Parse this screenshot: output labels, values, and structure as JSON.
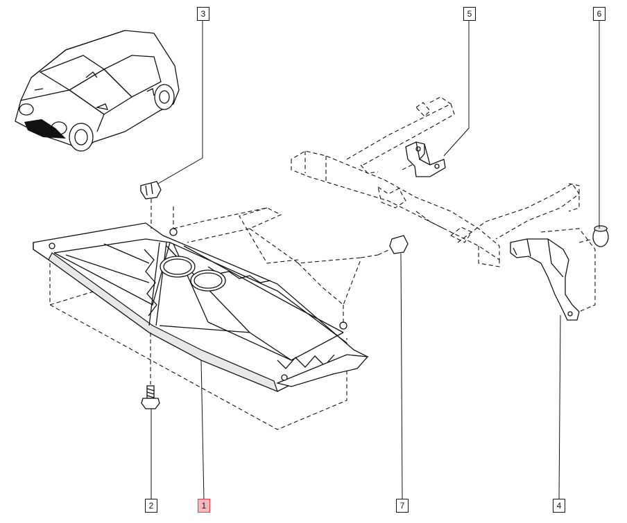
{
  "callouts": [
    {
      "key": "c3",
      "label": "3"
    },
    {
      "key": "c5",
      "label": "5"
    },
    {
      "key": "c6",
      "label": "6"
    },
    {
      "key": "c2",
      "label": "2"
    },
    {
      "key": "c1",
      "label": "1",
      "highlighted": true
    },
    {
      "key": "c7",
      "label": "7"
    },
    {
      "key": "c4",
      "label": "4"
    }
  ],
  "colors": {
    "highlight_fill": "#f6b8bd",
    "highlight_border": "#d9434f",
    "line": "#111111"
  }
}
